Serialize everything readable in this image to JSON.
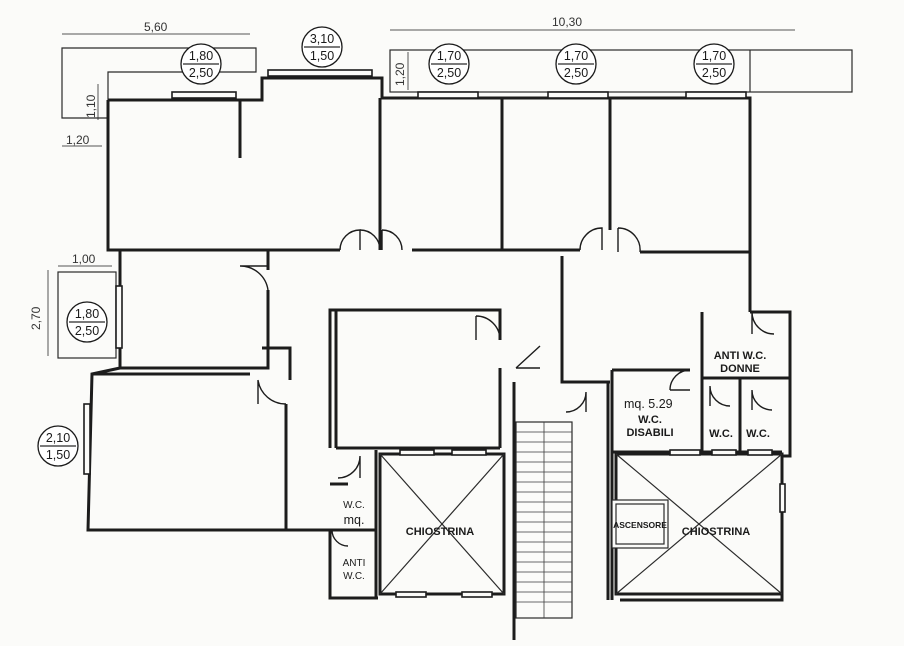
{
  "dimensions": {
    "top_left": "5,60",
    "top_right": "10,30",
    "d_1_20_right": "1,20",
    "d_1_10": "1,10",
    "d_1_20_left": "1,20",
    "d_1_00": "1,00",
    "d_2_70": "2,70"
  },
  "window_bubbles": [
    {
      "top": "1,80",
      "bottom": "2,50"
    },
    {
      "top": "3,10",
      "bottom": "1,50"
    },
    {
      "top": "1,70",
      "bottom": "2,50"
    },
    {
      "top": "1,70",
      "bottom": "2,50"
    },
    {
      "top": "1,70",
      "bottom": "2,50"
    },
    {
      "top": "1,80",
      "bottom": "2,50"
    },
    {
      "top": "2,10",
      "bottom": "1,50"
    }
  ],
  "labels": {
    "anti_wc_donne_1": "ANTI W.C.",
    "anti_wc_donne_2": "DONNE",
    "mq_disabili": "mq. 5.29",
    "wc_disabili_1": "W.C.",
    "wc_disabili_2": "DISABILI",
    "wc_a": "W.C.",
    "wc_b": "W.C.",
    "wc_mq_1": "W.C.",
    "wc_mq_2": "mq.",
    "anti_wc_1": "ANTI",
    "anti_wc_2": "W.C.",
    "chiostrina_left": "CHIOSTRINA",
    "chiostrina_right": "CHIOSTRINA",
    "ascensore": "ASCENSORE"
  }
}
